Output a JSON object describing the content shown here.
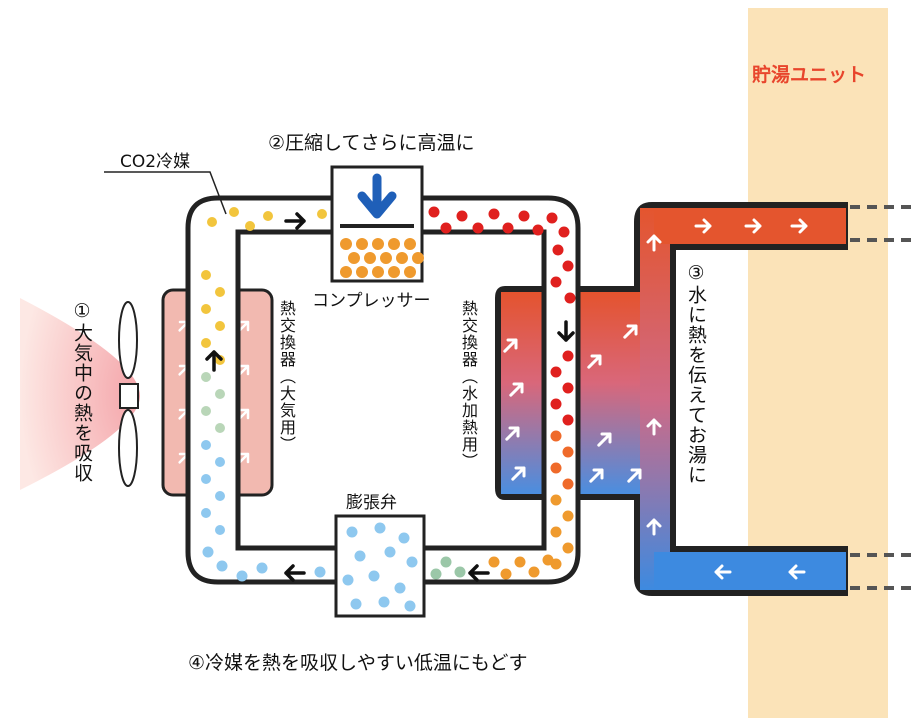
{
  "tank": {
    "label": "貯湯ユニット"
  },
  "labels": {
    "refrigerant": "CO2冷媒",
    "compress": "②圧縮してさらに高温に",
    "compressor": "コンプレッサー",
    "hx_air": "熱交換器（大気用）",
    "hx_water": "熱交換器（水加熱用）",
    "valve": "膨張弁",
    "air_heat": "①大気中の熱を吸収",
    "water_heat": "③水に熱を伝えてお湯に",
    "return": "④冷媒を熱を吸収しやすい低温にもどす"
  },
  "colors": {
    "tank_bg": "#fbe3b8",
    "tank_label": "#e8452c",
    "hot": "#e8552f",
    "hot_red": "#e0201e",
    "cold": "#3a8bd8",
    "air_hx": "#f2b9b0",
    "dot_yellow": "#f2c53d",
    "dot_orange": "#ef9a2e",
    "dot_blue": "#8ec8ef",
    "arrow_blue": "#1f5fb8"
  }
}
